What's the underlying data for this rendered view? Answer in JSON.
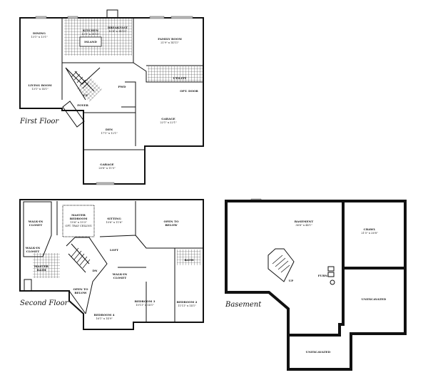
{
  "floors": {
    "first": {
      "title": "First Floor",
      "rooms": {
        "dining": {
          "name": "DINING",
          "size": "13'1\" x 13'1\""
        },
        "kitchen": {
          "name": "KITCHEN",
          "size": "13'9\" x 14'11\""
        },
        "island": {
          "name": "ISLAND"
        },
        "breakfast": {
          "name": "BREAKFAST",
          "size": "10'4\" x 14'11\""
        },
        "family": {
          "name": "FAMILY ROOM",
          "size": "21'9\" x 14'11\""
        },
        "living": {
          "name": "LIVING ROOM",
          "size": "13'1\" x 14'1\""
        },
        "foyer": {
          "name": "FOYER"
        },
        "den": {
          "name": "DEN",
          "size": "17'1\" x 12'1\""
        },
        "garage_main": {
          "name": "GARAGE",
          "size": "22'1\" x 22'1\""
        },
        "garage_side": {
          "name": "GARAGE",
          "size": "20'8\" x 11'5\""
        },
        "utility": {
          "name": "UTILITY"
        },
        "opt_door": {
          "name": "OPT. DOOR"
        },
        "pwd": {
          "name": "PWD"
        },
        "up": {
          "name": "UP"
        }
      }
    },
    "second": {
      "title": "Second Floor",
      "rooms": {
        "master": {
          "name": "MASTER",
          "name2": "BEDROOM",
          "size": "15'6\" x 15'3\"",
          "note": "OPT. TRAY CEILING"
        },
        "sitting": {
          "name": "SITTING",
          "size": "10'6\" x 11'6\""
        },
        "open_to_below_1": {
          "name": "OPEN TO",
          "name2": "BELOW"
        },
        "loft": {
          "name": "LOFT"
        },
        "wic_1": {
          "name": "WALK-IN",
          "name2": "CLOSET"
        },
        "wic_2": {
          "name": "WALK-IN",
          "name2": "CLOSET"
        },
        "master_bath": {
          "name": "MASTER",
          "name2": "BATH"
        },
        "bath": {
          "name": "BATH"
        },
        "wic_3": {
          "name": "WALK-IN",
          "name2": "CLOSET"
        },
        "open_to_below_2": {
          "name": "OPEN TO",
          "name2": "BELOW"
        },
        "bedroom3": {
          "name": "BEDROOM 3",
          "size": "10'11\" x 14'1\""
        },
        "bedroom2": {
          "name": "BEDROOM 2",
          "size": "11'11\" x 14'1\""
        },
        "bedroom4": {
          "name": "BEDROOM 4",
          "size": "16'1\" x 14'9\""
        },
        "dn": {
          "name": "DN"
        }
      }
    },
    "basement": {
      "title": "Basement",
      "rooms": {
        "basement": {
          "name": "BASEMENT",
          "size": "36'6\" x 44'1\""
        },
        "crawl": {
          "name": "CRAWL",
          "size": "21'5\" x 26'8\""
        },
        "unexcavated_1": {
          "name": "UNEXCAVATED"
        },
        "unexcavated_2": {
          "name": "UNEXCAVATED"
        },
        "furn": {
          "name": "FURN."
        },
        "up": {
          "name": "UP"
        }
      }
    }
  }
}
